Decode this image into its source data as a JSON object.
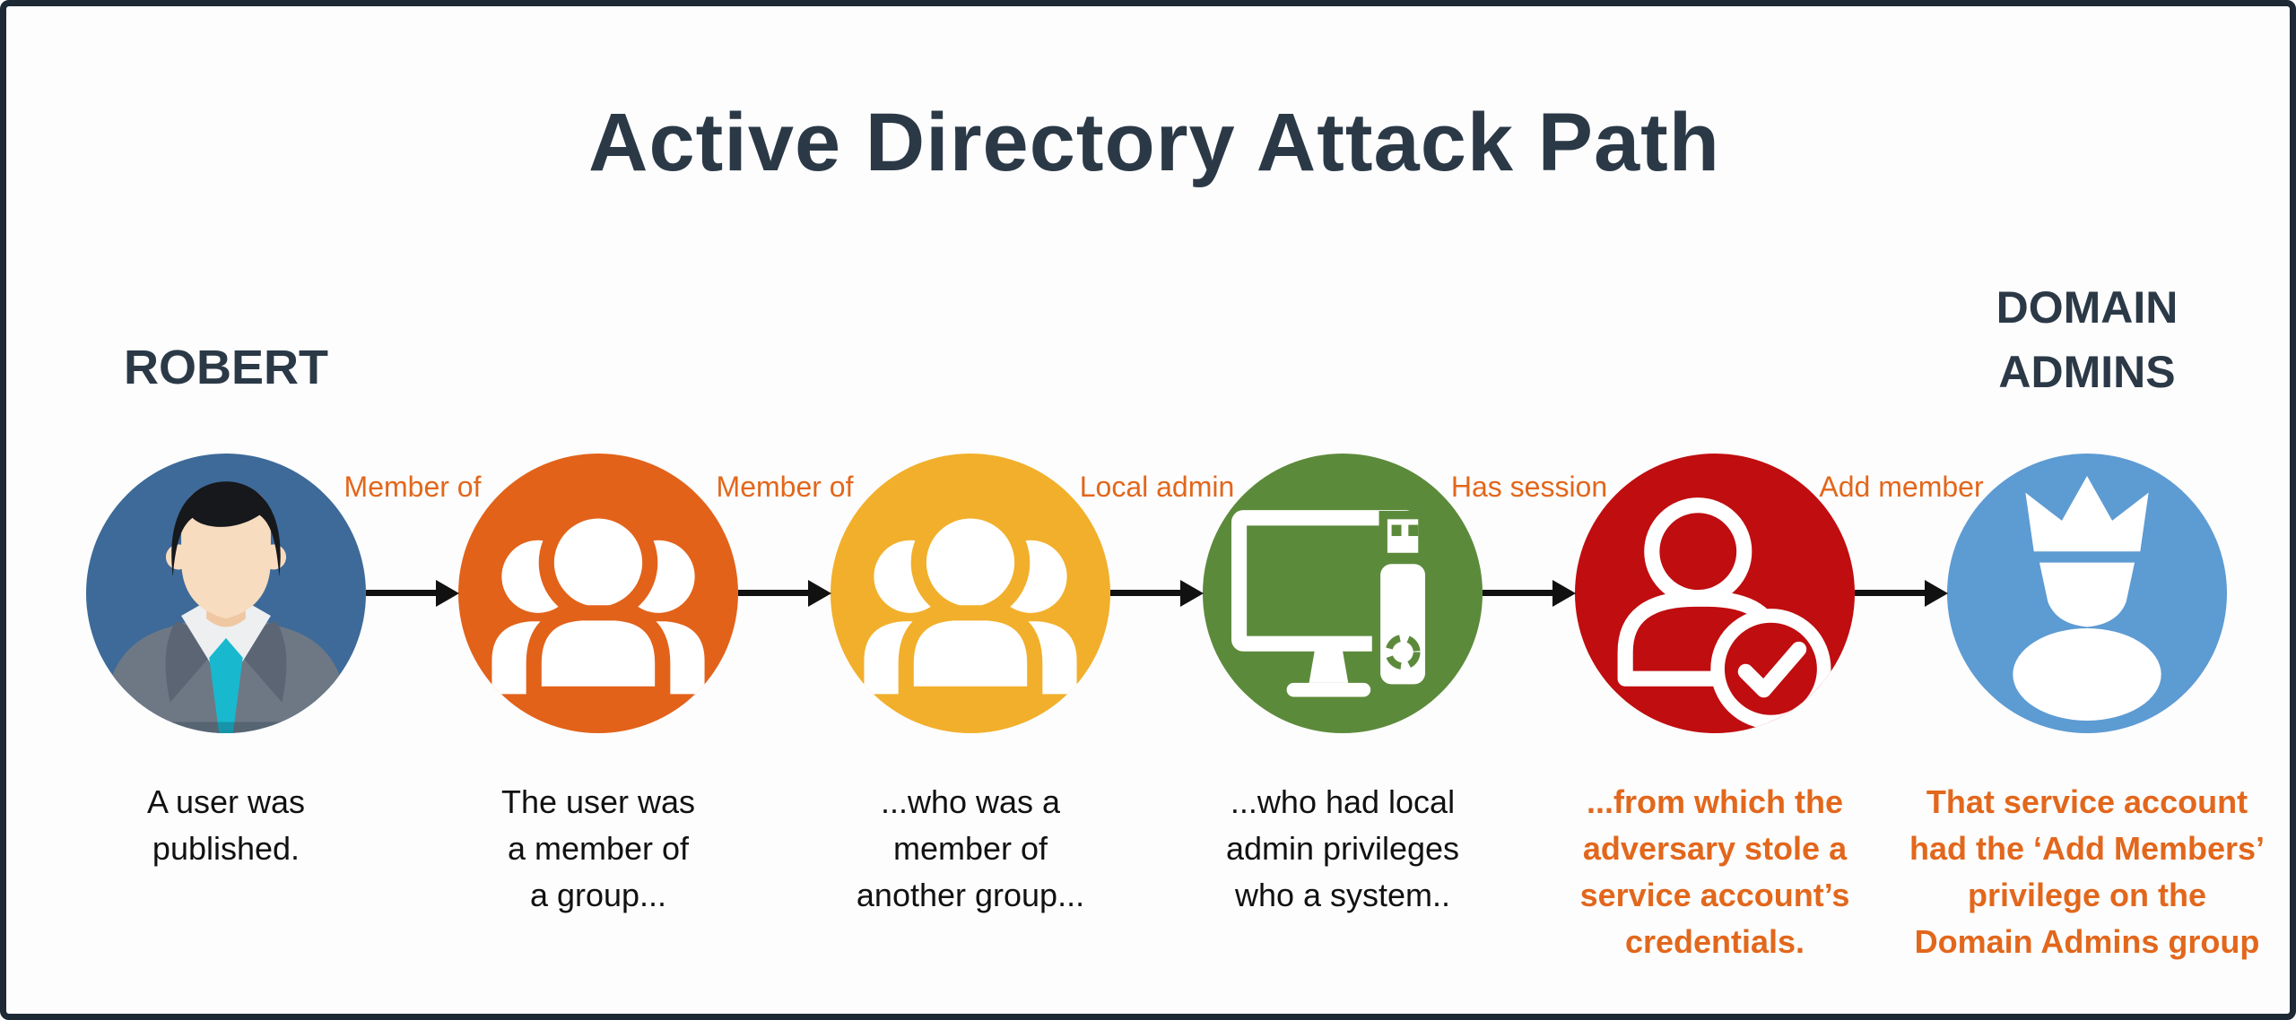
{
  "title": "Active Directory Attack Path",
  "actors": {
    "start": "ROBERT",
    "end_line1": "DOMAIN",
    "end_line2": "ADMINS"
  },
  "colors": {
    "heading": "#2B3947",
    "relationship": "#E2671C",
    "caption": "#111111",
    "arrow": "#111111",
    "frame": "#1E2936",
    "background": "#FDFDFD"
  },
  "edges": [
    {
      "label": "Member of"
    },
    {
      "label": "Member of"
    },
    {
      "label": "Local admin"
    },
    {
      "label": "Has session"
    },
    {
      "label": "Add member"
    }
  ],
  "nodes": [
    {
      "name": "user-robert",
      "icon": "businessman-icon",
      "color": "#3D6A99",
      "lines": [
        "A user was",
        "published."
      ],
      "emphasis": false
    },
    {
      "name": "group-1",
      "icon": "user-group-icon",
      "color": "#E2621A",
      "lines": [
        "The user was",
        "a member of",
        "a group..."
      ],
      "emphasis": false
    },
    {
      "name": "group-2",
      "icon": "user-group-icon",
      "color": "#F2AF2B",
      "lines": [
        "...who was a",
        "member of",
        "another group..."
      ],
      "emphasis": false
    },
    {
      "name": "computer",
      "icon": "computer-usb-icon",
      "color": "#5C8A3B",
      "lines": [
        "...who had local",
        "admin privileges",
        "who a system.."
      ],
      "emphasis": false
    },
    {
      "name": "service-account",
      "icon": "user-check-icon",
      "color": "#C00D10",
      "lines": [
        "...from which the",
        "adversary stole a",
        "service account’s",
        "credentials."
      ],
      "emphasis": true
    },
    {
      "name": "domain-admins",
      "icon": "admin-crown-icon",
      "color": "#5D9BD3",
      "lines": [
        "That service account",
        "had the ‘Add Members’",
        "privilege on the",
        "Domain Admins group"
      ],
      "emphasis": true
    }
  ]
}
